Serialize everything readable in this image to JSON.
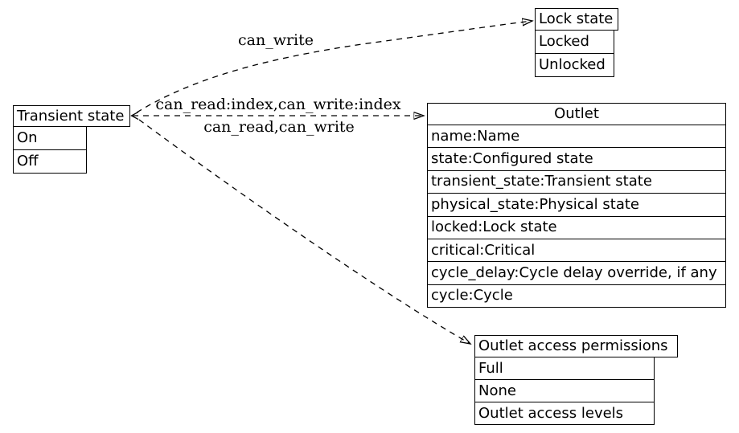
{
  "nodes": {
    "transient_state": {
      "title": "Transient state",
      "rows": [
        "On",
        "Off"
      ]
    },
    "lock_state": {
      "title": "Lock state",
      "rows": [
        "Locked",
        "Unlocked"
      ]
    },
    "outlet": {
      "title": "Outlet",
      "rows": [
        "name:Name",
        "state:Configured state",
        "transient_state:Transient state",
        "physical_state:Physical state",
        "locked:Lock state",
        "critical:Critical",
        "cycle_delay:Cycle delay override, if any",
        "cycle:Cycle"
      ]
    },
    "outlet_access_permissions": {
      "title": "Outlet access permissions",
      "rows": [
        "Full",
        "None",
        "Outlet access levels"
      ]
    }
  },
  "edges": {
    "to_lock_state_label": "can_write",
    "to_outlet_label_top": "can_read:index,can_write:index",
    "to_outlet_label_bottom": "can_read,can_write"
  },
  "colors": {
    "background": "#ffffff",
    "line": "#000000",
    "text": "#000000"
  }
}
